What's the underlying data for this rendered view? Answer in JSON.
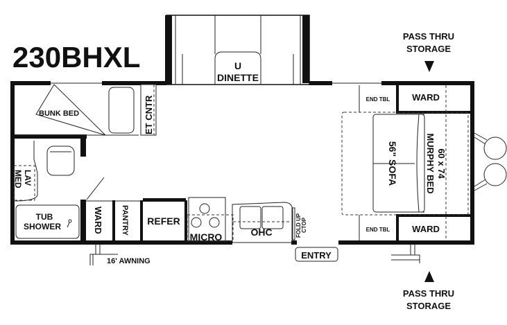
{
  "model": "230BHXL",
  "labels": {
    "dinette": [
      "U",
      "DINETTE"
    ],
    "bunk_bed": "BUNK BED",
    "et_cntr": "ET CNTR",
    "lav_med": [
      "LAV",
      "MED"
    ],
    "tub_shower": [
      "TUB",
      "SHOWER"
    ],
    "ward_galley": "WARD",
    "pantry": "PANTRY",
    "refer": "REFER",
    "micro": "MICRO",
    "ohc": "OHC",
    "fold_up_ctop": [
      "FOLD UP",
      "CTOP"
    ],
    "entry": "ENTRY",
    "awning": "16' AWNING",
    "end_tbl_top": "END TBL",
    "end_tbl_bottom": "END TBL",
    "ward_top": "WARD",
    "ward_bottom": "WARD",
    "sofa": "56\" SOFA",
    "murphy_bed": [
      "60 x 74",
      "MURPHY BED"
    ],
    "pass_thru_top": [
      "PASS THRU",
      "STORAGE"
    ],
    "pass_thru_bottom": [
      "PASS THRU",
      "STORAGE"
    ]
  }
}
